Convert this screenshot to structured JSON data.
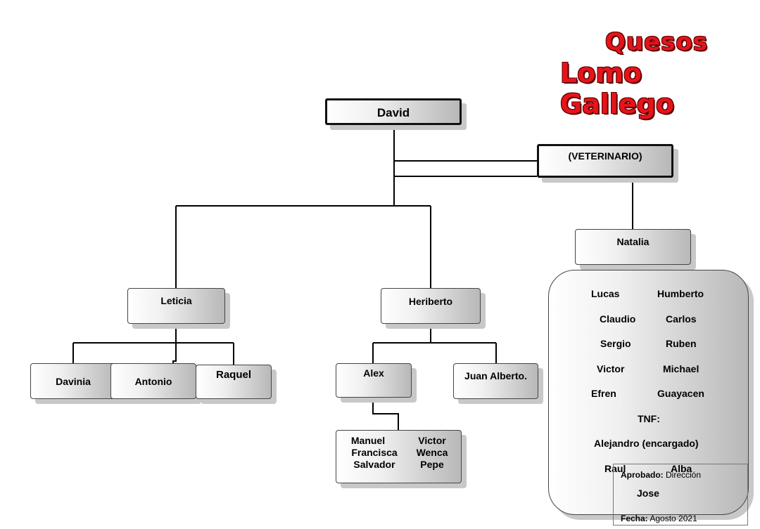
{
  "logo": {
    "line1": "Quesos",
    "line2": "Lomo Gallego"
  },
  "chart": {
    "root": "David",
    "veterinario": "(VETERINARIO)",
    "leticia": "Leticia",
    "heriberto": "Heriberto",
    "natalia": "Natalia",
    "davinia": "Davinia",
    "antonio": "Antonio",
    "raquel": "Raquel",
    "alex": "Alex",
    "juan_alberto": "Juan Alberto.",
    "alex_team": {
      "left": [
        "Manuel",
        "Francisca",
        "Salvador"
      ],
      "right": [
        "Victor",
        "Wenca",
        "Pepe"
      ]
    },
    "natalia_team": {
      "lucas": "Lucas",
      "humberto": "Humberto",
      "claudio": "Claudio",
      "carlos": "Carlos",
      "sergio": "Sergio",
      "ruben": "Ruben",
      "victor": "Victor",
      "michael": "Michael",
      "efren": "Efren",
      "guayacen": "Guayacen",
      "tnf": "TNF:",
      "alejandro": "Alejandro (encargado)",
      "raul": "Raul",
      "alba": "Alba",
      "jose": "Jose"
    }
  },
  "approval": {
    "approved_label": "Aprobado:",
    "approved_value": "Dirección",
    "date_label": "Fecha:",
    "date_value": "Agosto 2021"
  }
}
